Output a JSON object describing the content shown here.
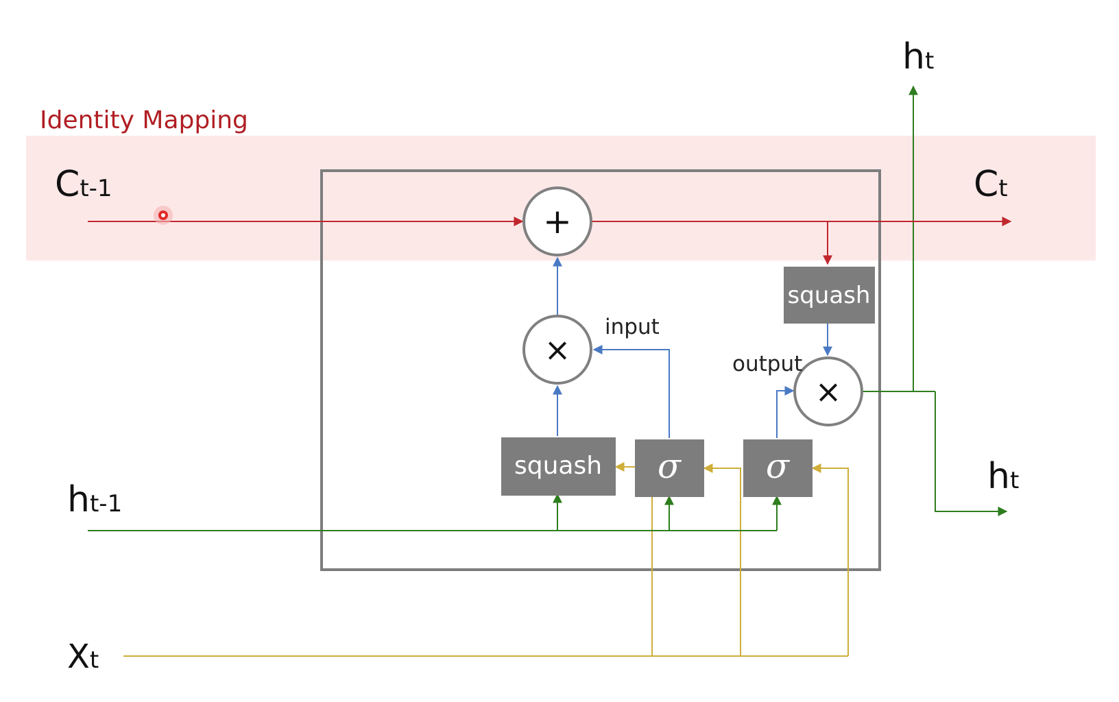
{
  "identity_label": "Identity Mapping",
  "inputs": {
    "c_prev": {
      "main": "C",
      "sub": "t-1"
    },
    "h_prev": {
      "main": "h",
      "sub": "t-1"
    },
    "x": {
      "main": "X",
      "sub": "t"
    }
  },
  "outputs": {
    "c_next": {
      "main": "C",
      "sub": "t"
    },
    "h_top": {
      "main": "h",
      "sub": "t"
    },
    "h_right": {
      "main": "h",
      "sub": "t"
    }
  },
  "ops": {
    "add": "+",
    "mul": "×",
    "squash": "squash",
    "sigma": "σ"
  },
  "gate_labels": {
    "input": "input",
    "output": "output"
  },
  "colors": {
    "cell_state": "#c0272d",
    "hidden": "#2e7d1e",
    "input_x": "#cfae3a",
    "gate": "#4a79c4",
    "box": "#7d7d7d",
    "band": "#fde8e8",
    "title": "#b01e23"
  }
}
